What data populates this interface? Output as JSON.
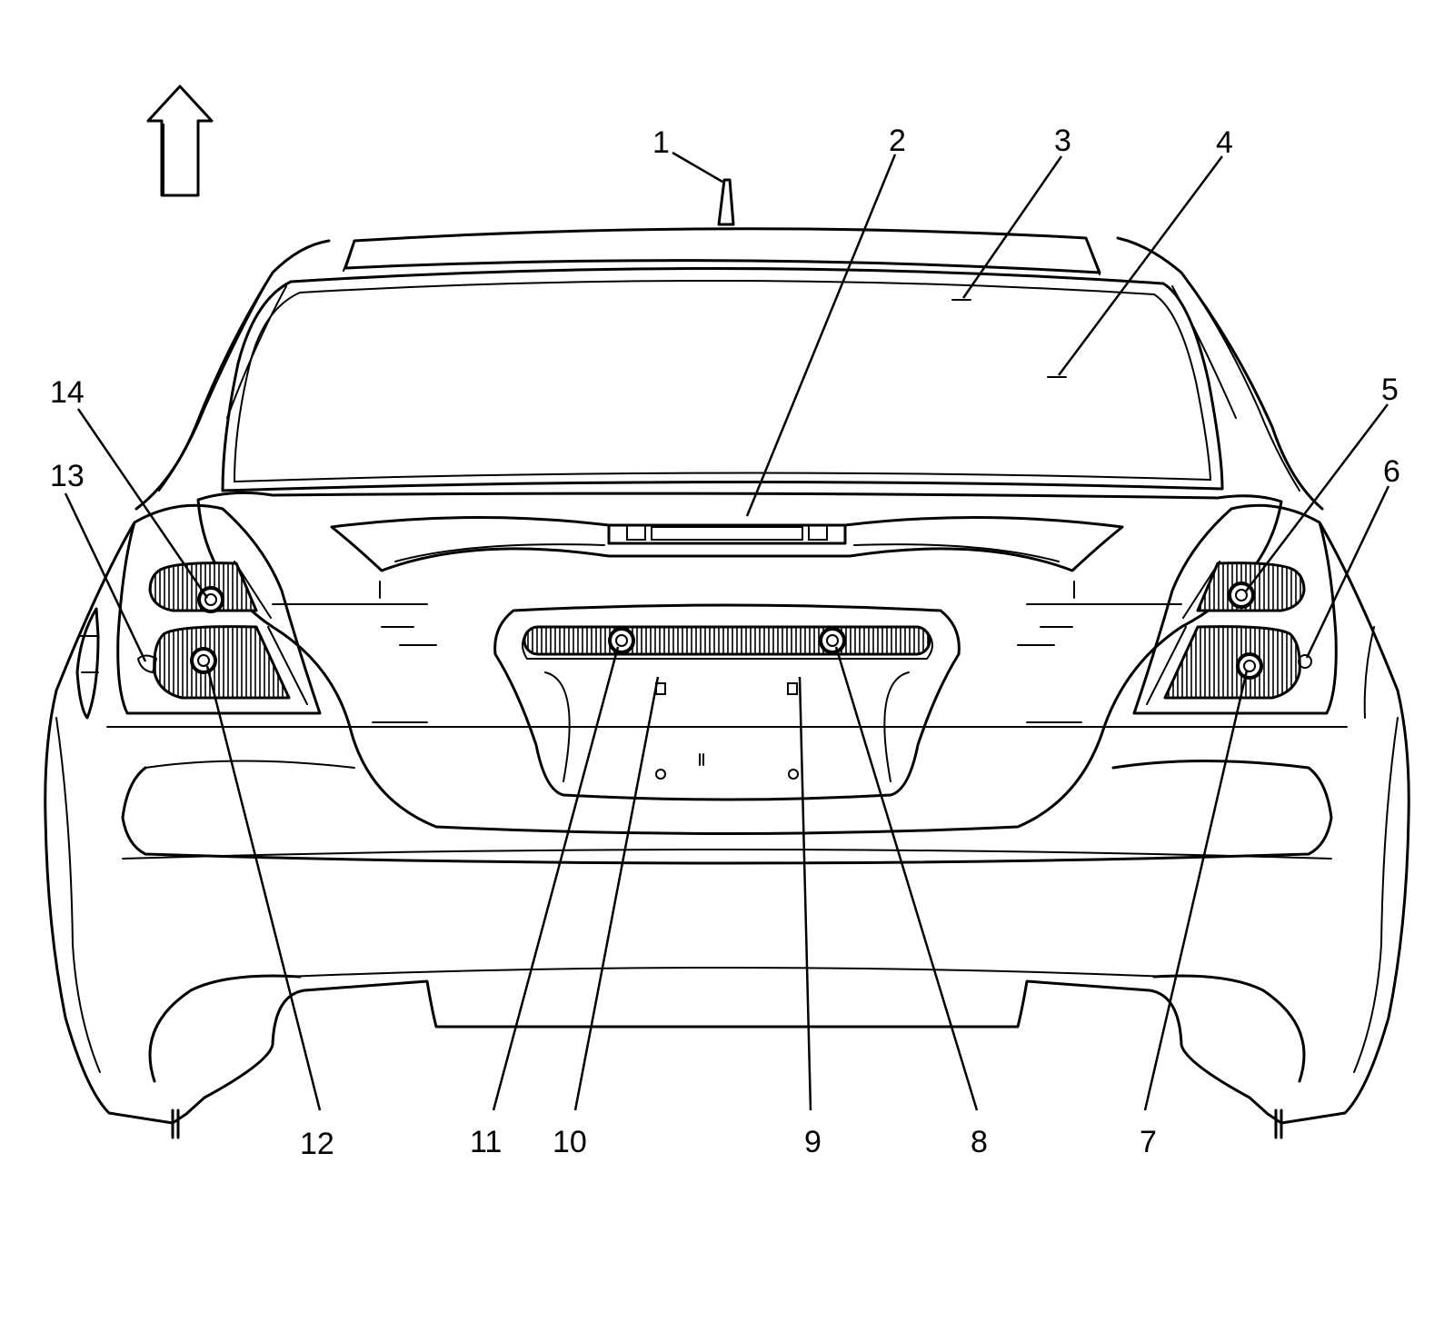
{
  "diagram": {
    "view_arrow_icon": "up-arrow-icon",
    "callouts": [
      {
        "id": "1",
        "label": "1"
      },
      {
        "id": "2",
        "label": "2"
      },
      {
        "id": "3",
        "label": "3"
      },
      {
        "id": "4",
        "label": "4"
      },
      {
        "id": "5",
        "label": "5"
      },
      {
        "id": "6",
        "label": "6"
      },
      {
        "id": "7",
        "label": "7"
      },
      {
        "id": "8",
        "label": "8"
      },
      {
        "id": "9",
        "label": "9"
      },
      {
        "id": "10",
        "label": "10"
      },
      {
        "id": "11",
        "label": "11"
      },
      {
        "id": "12",
        "label": "12"
      },
      {
        "id": "13",
        "label": "13"
      },
      {
        "id": "14",
        "label": "14"
      }
    ]
  }
}
